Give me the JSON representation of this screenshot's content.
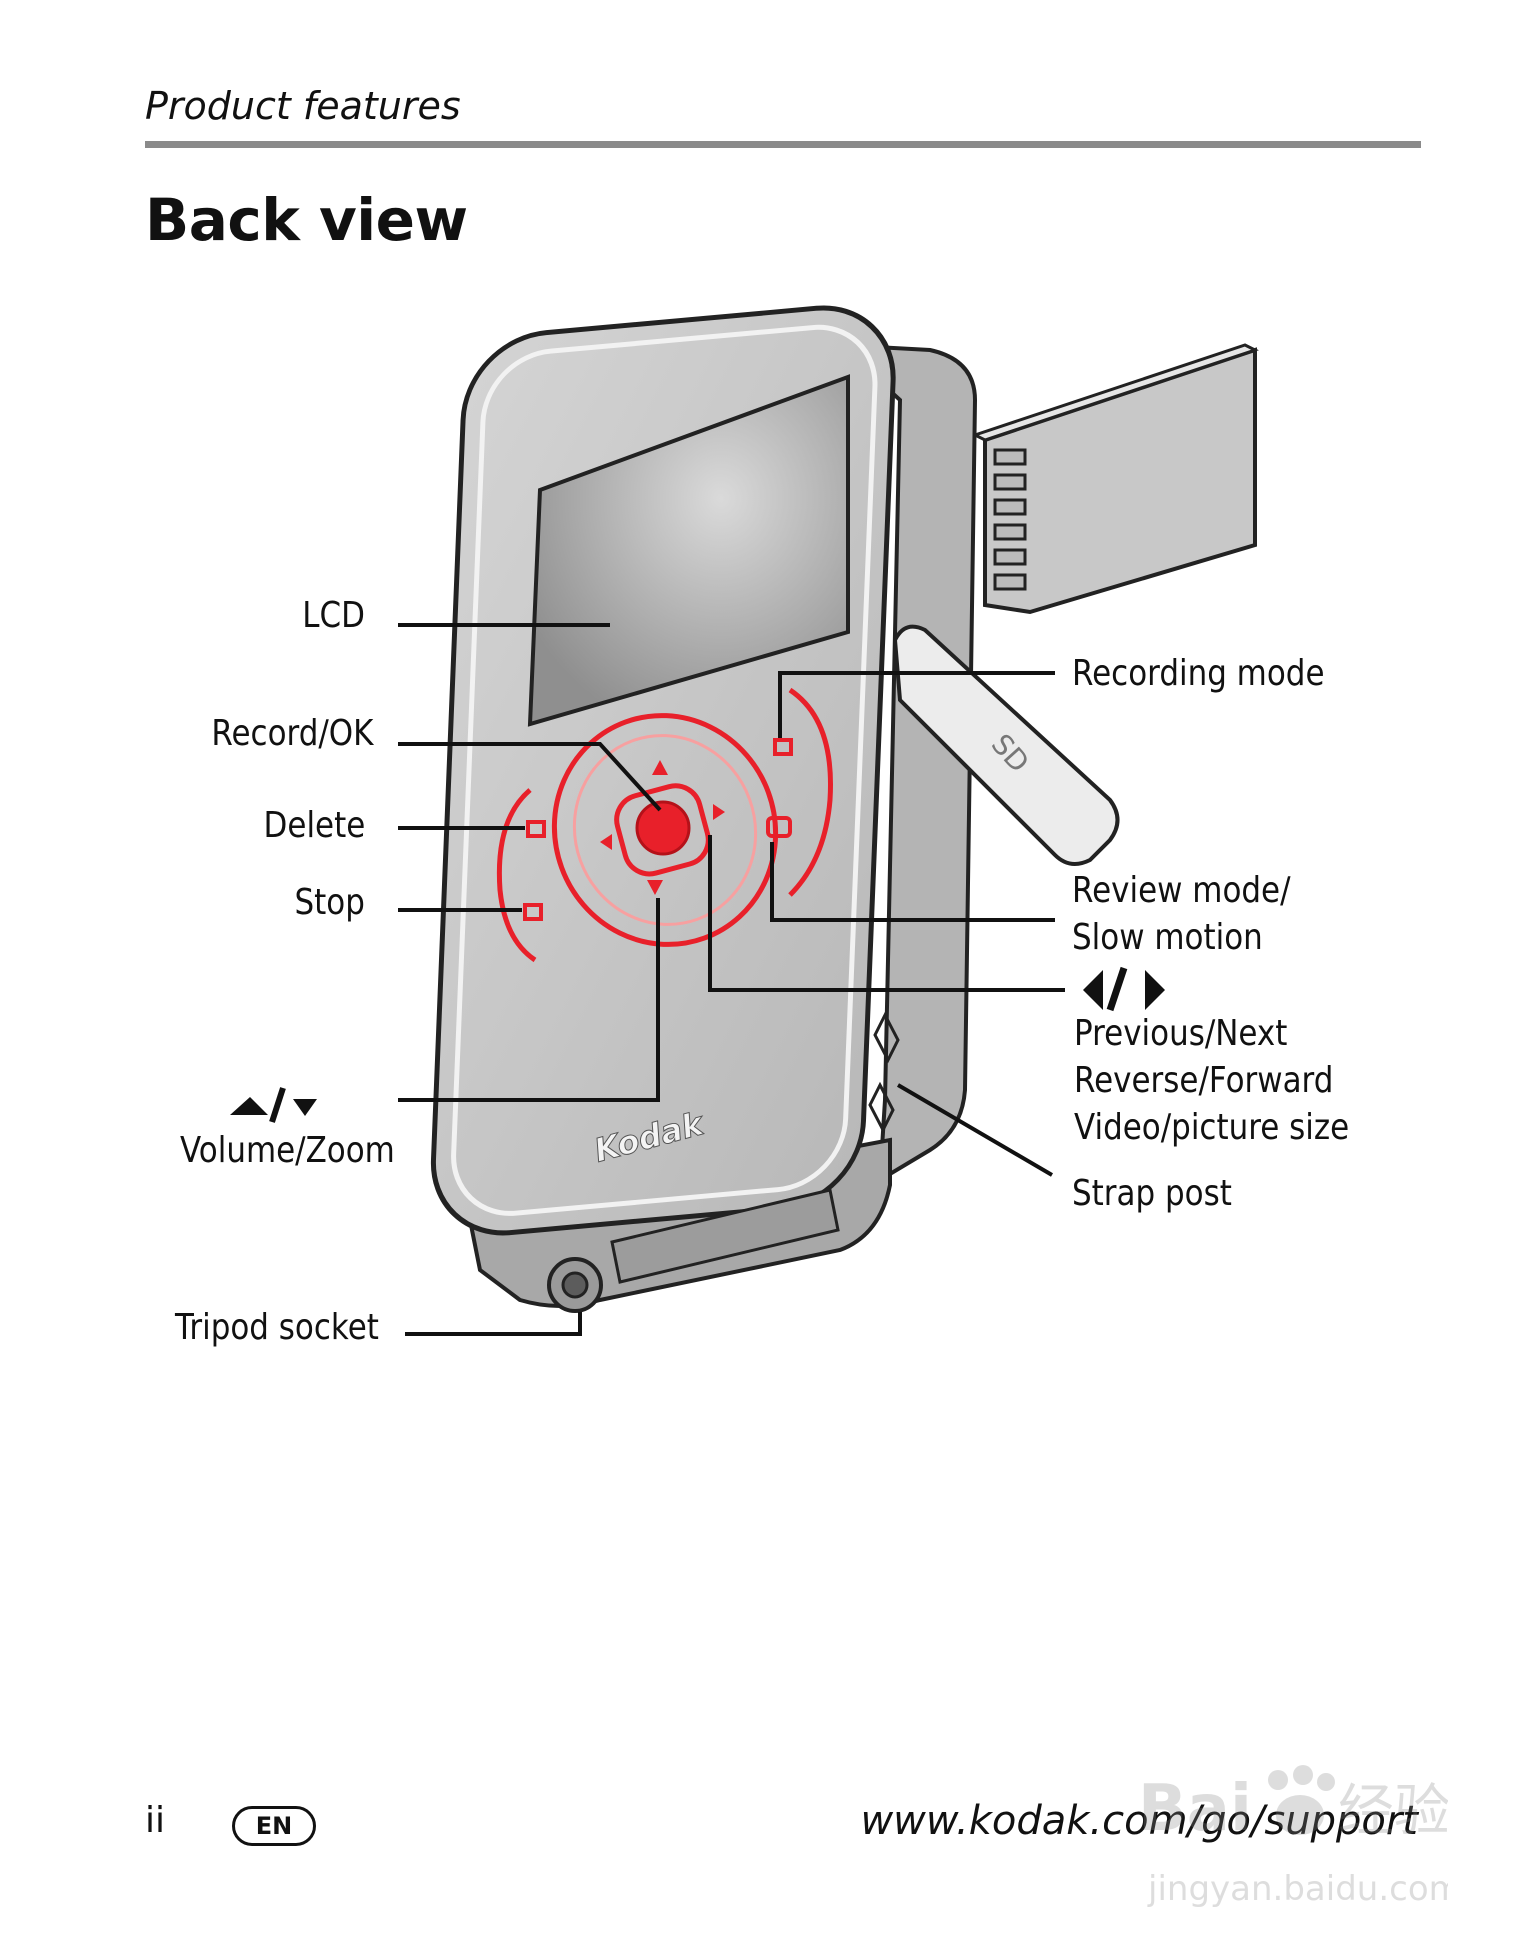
{
  "header": {
    "section": "Product features",
    "title": "Back view"
  },
  "labels": {
    "lcd": "LCD",
    "record_ok": "Record/OK",
    "delete": "Delete",
    "stop": "Stop",
    "volume_zoom": "Volume/Zoom",
    "tripod_socket": "Tripod socket",
    "recording_mode": "Recording mode",
    "review_mode_1": "Review mode/",
    "review_mode_2": "Slow motion",
    "prev_next_1": "Previous/Next",
    "prev_next_2": "Reverse/Forward",
    "prev_next_3": "Video/picture size",
    "strap_post": "Strap post"
  },
  "device": {
    "brand": "Kodak",
    "accent_color": "#e8202a",
    "body_color": "#c9c9c9"
  },
  "footer": {
    "page": "ii",
    "language": "EN",
    "url": "www.kodak.com/go/support"
  },
  "watermark": {
    "text1": "Bai",
    "text2": "经验",
    "text3": "jingyan.baidu.com"
  }
}
